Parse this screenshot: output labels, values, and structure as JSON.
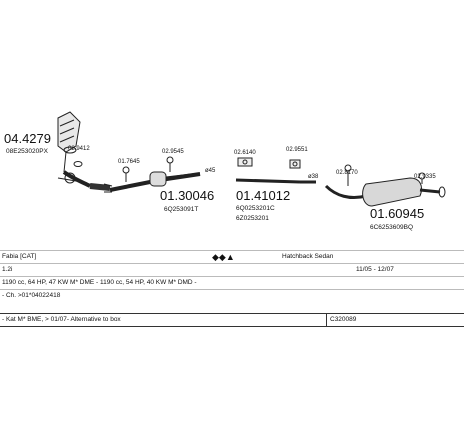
{
  "parts": [
    {
      "id": "p1",
      "number": "04.4279",
      "code": "08E253020PX"
    },
    {
      "id": "p2",
      "number": "01.30046",
      "code": "6Q253091T"
    },
    {
      "id": "p3",
      "number": "01.41012",
      "code": "6Q0253201C",
      "code2": "6Z0253201"
    },
    {
      "id": "p4",
      "number": "01.60945",
      "code": "6C6253609BQ"
    }
  ],
  "fittings": [
    "02.9412",
    "01.7645",
    "02.9545",
    "02.6140",
    "02.9551",
    "02.8170",
    "02.9335"
  ],
  "dims": [
    "ø45",
    "ø38"
  ],
  "info": {
    "model": "Fabia   [CAT]",
    "body_type": "Hatchback Sedan",
    "engine": "1.2i",
    "years": "11/05 - 12/07",
    "power": "1190 cc, 64 HP, 47 KW M* DME - 1190 cc, 54 HP, 40 KW M* DMD -",
    "chassis": "- Ch. >01*04022418",
    "note": "- Kat M* BME, > 01/07- Alternative to box",
    "ref": "C320089"
  }
}
